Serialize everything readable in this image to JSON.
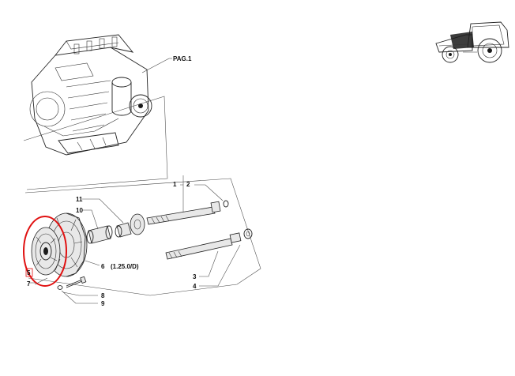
{
  "diagram": {
    "page_reference": "PAG.1",
    "callouts": {
      "n1": "1",
      "n2": "2",
      "n3": "3",
      "n4": "4",
      "n5": "5",
      "n6": "6",
      "n6_ref": "(1.25.0/D)",
      "n7": "7",
      "n8": "8",
      "n9": "9",
      "n10": "10",
      "n11": "11"
    },
    "highlight_color": "#e01010"
  }
}
